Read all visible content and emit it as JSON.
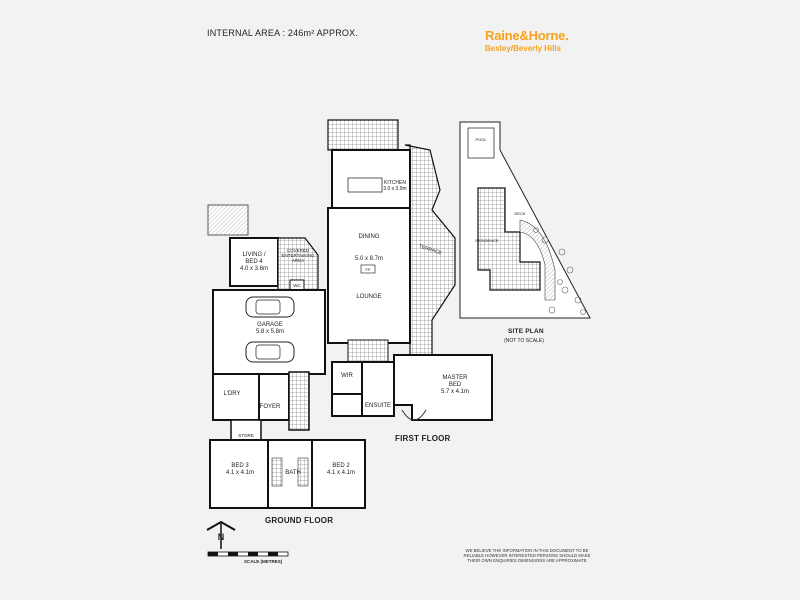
{
  "header": {
    "internal_area": "INTERNAL AREA : 246m² APPROX."
  },
  "brand": {
    "name": "Raine&Horne.",
    "office": "Bexley/Beverly Hills",
    "color": "#f6a21a"
  },
  "ground_floor": {
    "title": "GROUND FLOOR",
    "rooms": {
      "living": {
        "name": "LIVING /\nBED 4",
        "size": "4.0 x 3.6m"
      },
      "covered_area": "COVERED\nENTERTAINING\nAREA",
      "wc": "WC",
      "garage": {
        "name": "GARAGE",
        "size": "5.8 x 5.8m"
      },
      "laundry": "L'DRY",
      "foyer": "FOYER",
      "store": "STORE",
      "bed3": {
        "name": "BED 3",
        "size": "4.1 x 4.1m"
      },
      "bath": "BATH",
      "bed2": {
        "name": "BED 2",
        "size": "4.1 x 4.1m"
      }
    }
  },
  "first_floor": {
    "title": "FIRST FLOOR",
    "rooms": {
      "kitchen": {
        "name": "KITCHEN",
        "size": "3.0 x 3.9m"
      },
      "dining": {
        "name": "DINING",
        "size": "5.0 x 8.7m"
      },
      "fp": "FP",
      "lounge": "LOUNGE",
      "terrace": "TERRACE",
      "wir": "WIR",
      "ensuite": "ENSUITE",
      "master": {
        "name": "MASTER\nBED",
        "size": "5.7 x 4.1m"
      }
    }
  },
  "site_plan": {
    "title": "SITE PLAN",
    "note": "(NOT TO SCALE)",
    "pool": "POOL",
    "residence": "RESIDENCE",
    "deck": "DECK"
  },
  "compass": {
    "letter": "N"
  },
  "scale": {
    "label": "SCALE (METRES)"
  },
  "disclaimer": "WE BELIEVE THE INFORMATION IN THIS DOCUMENT TO BE RELIABLE HOWEVER INTERESTED PERSONS SHOULD MAKE THEIR OWN ENQUIRIES DIMENSIONS ARE APPROXIMATE"
}
